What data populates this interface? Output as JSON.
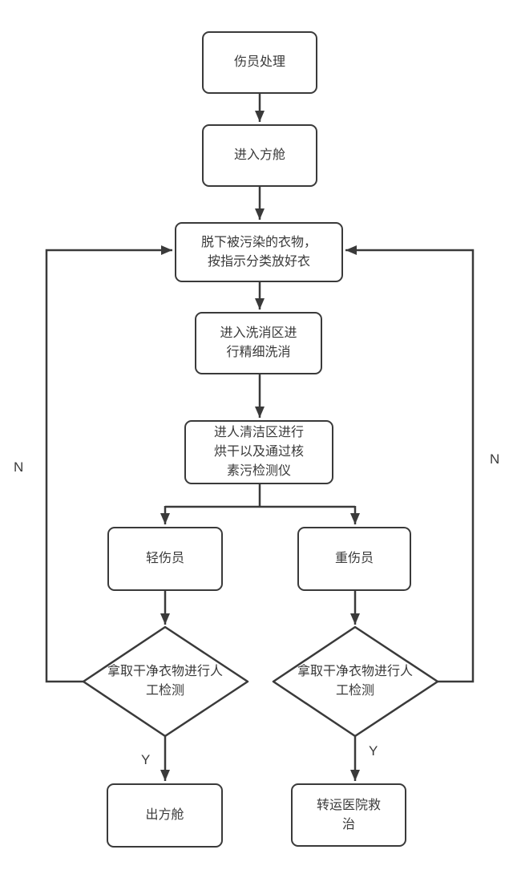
{
  "diagram": {
    "type": "flowchart",
    "colors": {
      "stroke": "#3a3a3a",
      "text": "#3a3a3a",
      "background": "#ffffff",
      "node_fill": "#ffffff"
    },
    "nodes": {
      "casualty": {
        "label": "伤员处理",
        "shape": "rect"
      },
      "enter_cabin": {
        "label": "进入方舱",
        "shape": "rect"
      },
      "undress": {
        "label": "脱下被污染的衣物，\n按指示分类放好衣",
        "shape": "rect"
      },
      "wash": {
        "label": "进入洗消区进\n行精细洗消",
        "shape": "rect"
      },
      "clean": {
        "label": "进人清洁区进行\n烘干以及通过核\n素污检测仪",
        "shape": "rect"
      },
      "light_injury": {
        "label": "轻伤员",
        "shape": "rect"
      },
      "heavy_injury": {
        "label": "重伤员",
        "shape": "rect"
      },
      "check_left": {
        "label": "拿取干净衣物进行人\n工检测",
        "shape": "diamond"
      },
      "check_right": {
        "label": "拿取干净衣物进行人\n工检测",
        "shape": "diamond"
      },
      "exit_cabin": {
        "label": "出方舱",
        "shape": "rect"
      },
      "hospital": {
        "label": "转运医院救\n治",
        "shape": "rect"
      }
    },
    "edge_labels": {
      "left_yes": "Y",
      "right_yes": "Y",
      "left_no": "N",
      "right_no": "N"
    },
    "edges": [
      {
        "from": "casualty",
        "to": "enter_cabin",
        "label": ""
      },
      {
        "from": "enter_cabin",
        "to": "undress",
        "label": ""
      },
      {
        "from": "undress",
        "to": "wash",
        "label": ""
      },
      {
        "from": "wash",
        "to": "clean",
        "label": ""
      },
      {
        "from": "clean",
        "to": "light_injury",
        "label": ""
      },
      {
        "from": "clean",
        "to": "heavy_injury",
        "label": ""
      },
      {
        "from": "light_injury",
        "to": "check_left",
        "label": ""
      },
      {
        "from": "heavy_injury",
        "to": "check_right",
        "label": ""
      },
      {
        "from": "check_left",
        "to": "exit_cabin",
        "label": "Y"
      },
      {
        "from": "check_right",
        "to": "hospital",
        "label": "Y"
      },
      {
        "from": "check_left",
        "to": "undress",
        "label": "N"
      },
      {
        "from": "check_right",
        "to": "undress",
        "label": "N"
      }
    ]
  }
}
